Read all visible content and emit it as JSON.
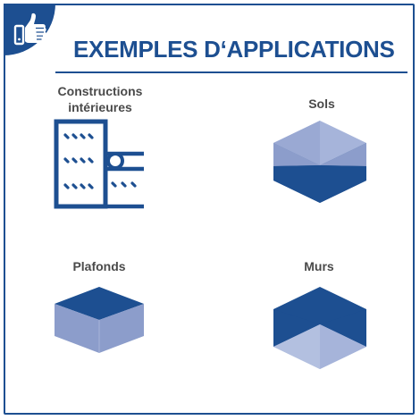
{
  "header": {
    "title": "EXEMPLES D‘APPLICATIONS",
    "badge_icon": "thumbs-up-icon"
  },
  "applications": [
    {
      "label_line1": "Constructions",
      "label_line2": "intérieures",
      "icon": "building-icon"
    },
    {
      "label": "Sols",
      "icon": "floor-cube-icon"
    },
    {
      "label": "Plafonds",
      "icon": "ceiling-corner-icon"
    },
    {
      "label": "Murs",
      "icon": "wall-cube-icon"
    }
  ],
  "colors": {
    "primary": "#1d4f91",
    "light_face": "#8c9dcb",
    "lighter_face": "#a6b4da",
    "label_text": "#4a4a4a"
  }
}
